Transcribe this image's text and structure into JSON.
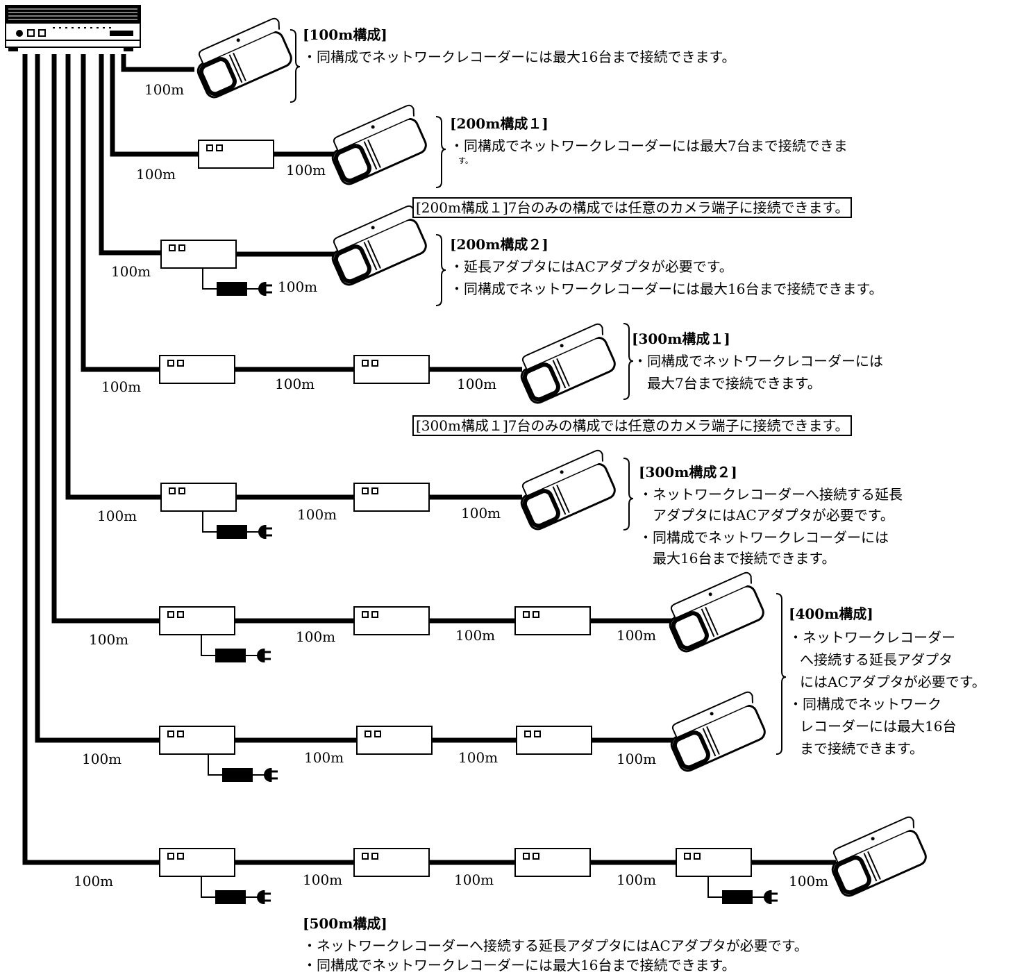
{
  "distance_label": "100m",
  "configs": [
    {
      "id": "100m",
      "title": "[100m構成]",
      "lines": [
        "・同構成でネットワークレコーダーには最大16台まで接続できます。"
      ]
    },
    {
      "id": "200m-1",
      "title": "[200m構成１]",
      "lines": [
        "・同構成でネットワークレコーダーには最大7台まで接続できま",
        "す。"
      ]
    },
    {
      "id": "200m-2",
      "title": "[200m構成２]",
      "lines": [
        "・延長アダプタにはACアダプタが必要です。",
        "・同構成でネットワークレコーダーには最大16台まで接続できます。"
      ]
    },
    {
      "id": "300m-1",
      "title": "[300m構成１]",
      "lines": [
        "・同構成でネットワークレコーダーには",
        "最大7台まで接続できます。"
      ]
    },
    {
      "id": "300m-2",
      "title": "[300m構成２]",
      "lines": [
        "・ネットワークレコーダーへ接続する延長",
        "アダプタにはACアダプタが必要です。",
        "・同構成でネットワークレコーダーには",
        "最大16台まで接続できます。"
      ]
    },
    {
      "id": "400m",
      "title": "[400m構成]",
      "lines": [
        "・ネットワークレコーダー",
        "へ接続する延長アダプタ",
        "にはACアダプタが必要です。",
        "・同構成でネットワーク",
        "レコーダーには最大16台",
        "まで接続できます。"
      ]
    },
    {
      "id": "500m",
      "title": "[500m構成]",
      "lines": [
        "・ネットワークレコーダーへ接続する延長アダプタにはACアダプタが必要です。",
        "・同構成でネットワークレコーダーには最大16台まで接続できます。"
      ]
    }
  ],
  "notes": {
    "note_200": "[200m構成１]7台のみの構成では任意のカメラ端子に接続できます。",
    "note_300": "[300m構成１]7台のみの構成では任意のカメラ端子に接続できます。"
  },
  "colors": {
    "line": "#000000",
    "background": "#ffffff"
  }
}
